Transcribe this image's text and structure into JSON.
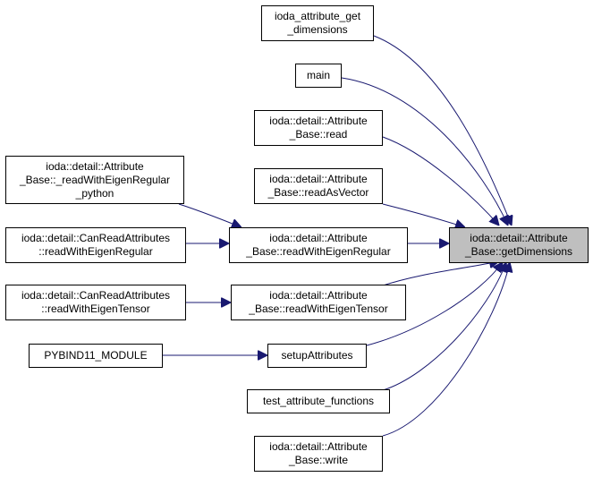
{
  "graph": {
    "focus_node": {
      "lines": [
        "ioda::detail::Attribute",
        "_Base::getDimensions"
      ]
    },
    "callers": [
      {
        "id": "n_get_dims",
        "lines": [
          "ioda_attribute_get",
          "_dimensions"
        ]
      },
      {
        "id": "n_main",
        "lines": [
          "main"
        ]
      },
      {
        "id": "n_read",
        "lines": [
          "ioda::detail::Attribute",
          "_Base::read"
        ]
      },
      {
        "id": "n_read_vec",
        "lines": [
          "ioda::detail::Attribute",
          "_Base::readAsVector"
        ]
      },
      {
        "id": "n_rwer",
        "lines": [
          "ioda::detail::Attribute",
          "_Base::readWithEigenRegular"
        ]
      },
      {
        "id": "n_rwet",
        "lines": [
          "ioda::detail::Attribute",
          "_Base::readWithEigenTensor"
        ]
      },
      {
        "id": "n_setup",
        "lines": [
          "setupAttributes"
        ]
      },
      {
        "id": "n_test",
        "lines": [
          "test_attribute_functions"
        ]
      },
      {
        "id": "n_write",
        "lines": [
          "ioda::detail::Attribute",
          "_Base::write"
        ]
      }
    ],
    "second_level_callers": [
      {
        "id": "n_py",
        "lines": [
          "ioda::detail::Attribute",
          "_Base::_readWithEigenRegular",
          "_python"
        ]
      },
      {
        "id": "n_cra_reg",
        "lines": [
          "ioda::detail::CanReadAttributes",
          "::readWithEigenRegular"
        ]
      },
      {
        "id": "n_cra_ten",
        "lines": [
          "ioda::detail::CanReadAttributes",
          "::readWithEigenTensor"
        ]
      },
      {
        "id": "n_pybind",
        "lines": [
          "PYBIND11_MODULE"
        ]
      }
    ],
    "edge_color": "#191970"
  }
}
